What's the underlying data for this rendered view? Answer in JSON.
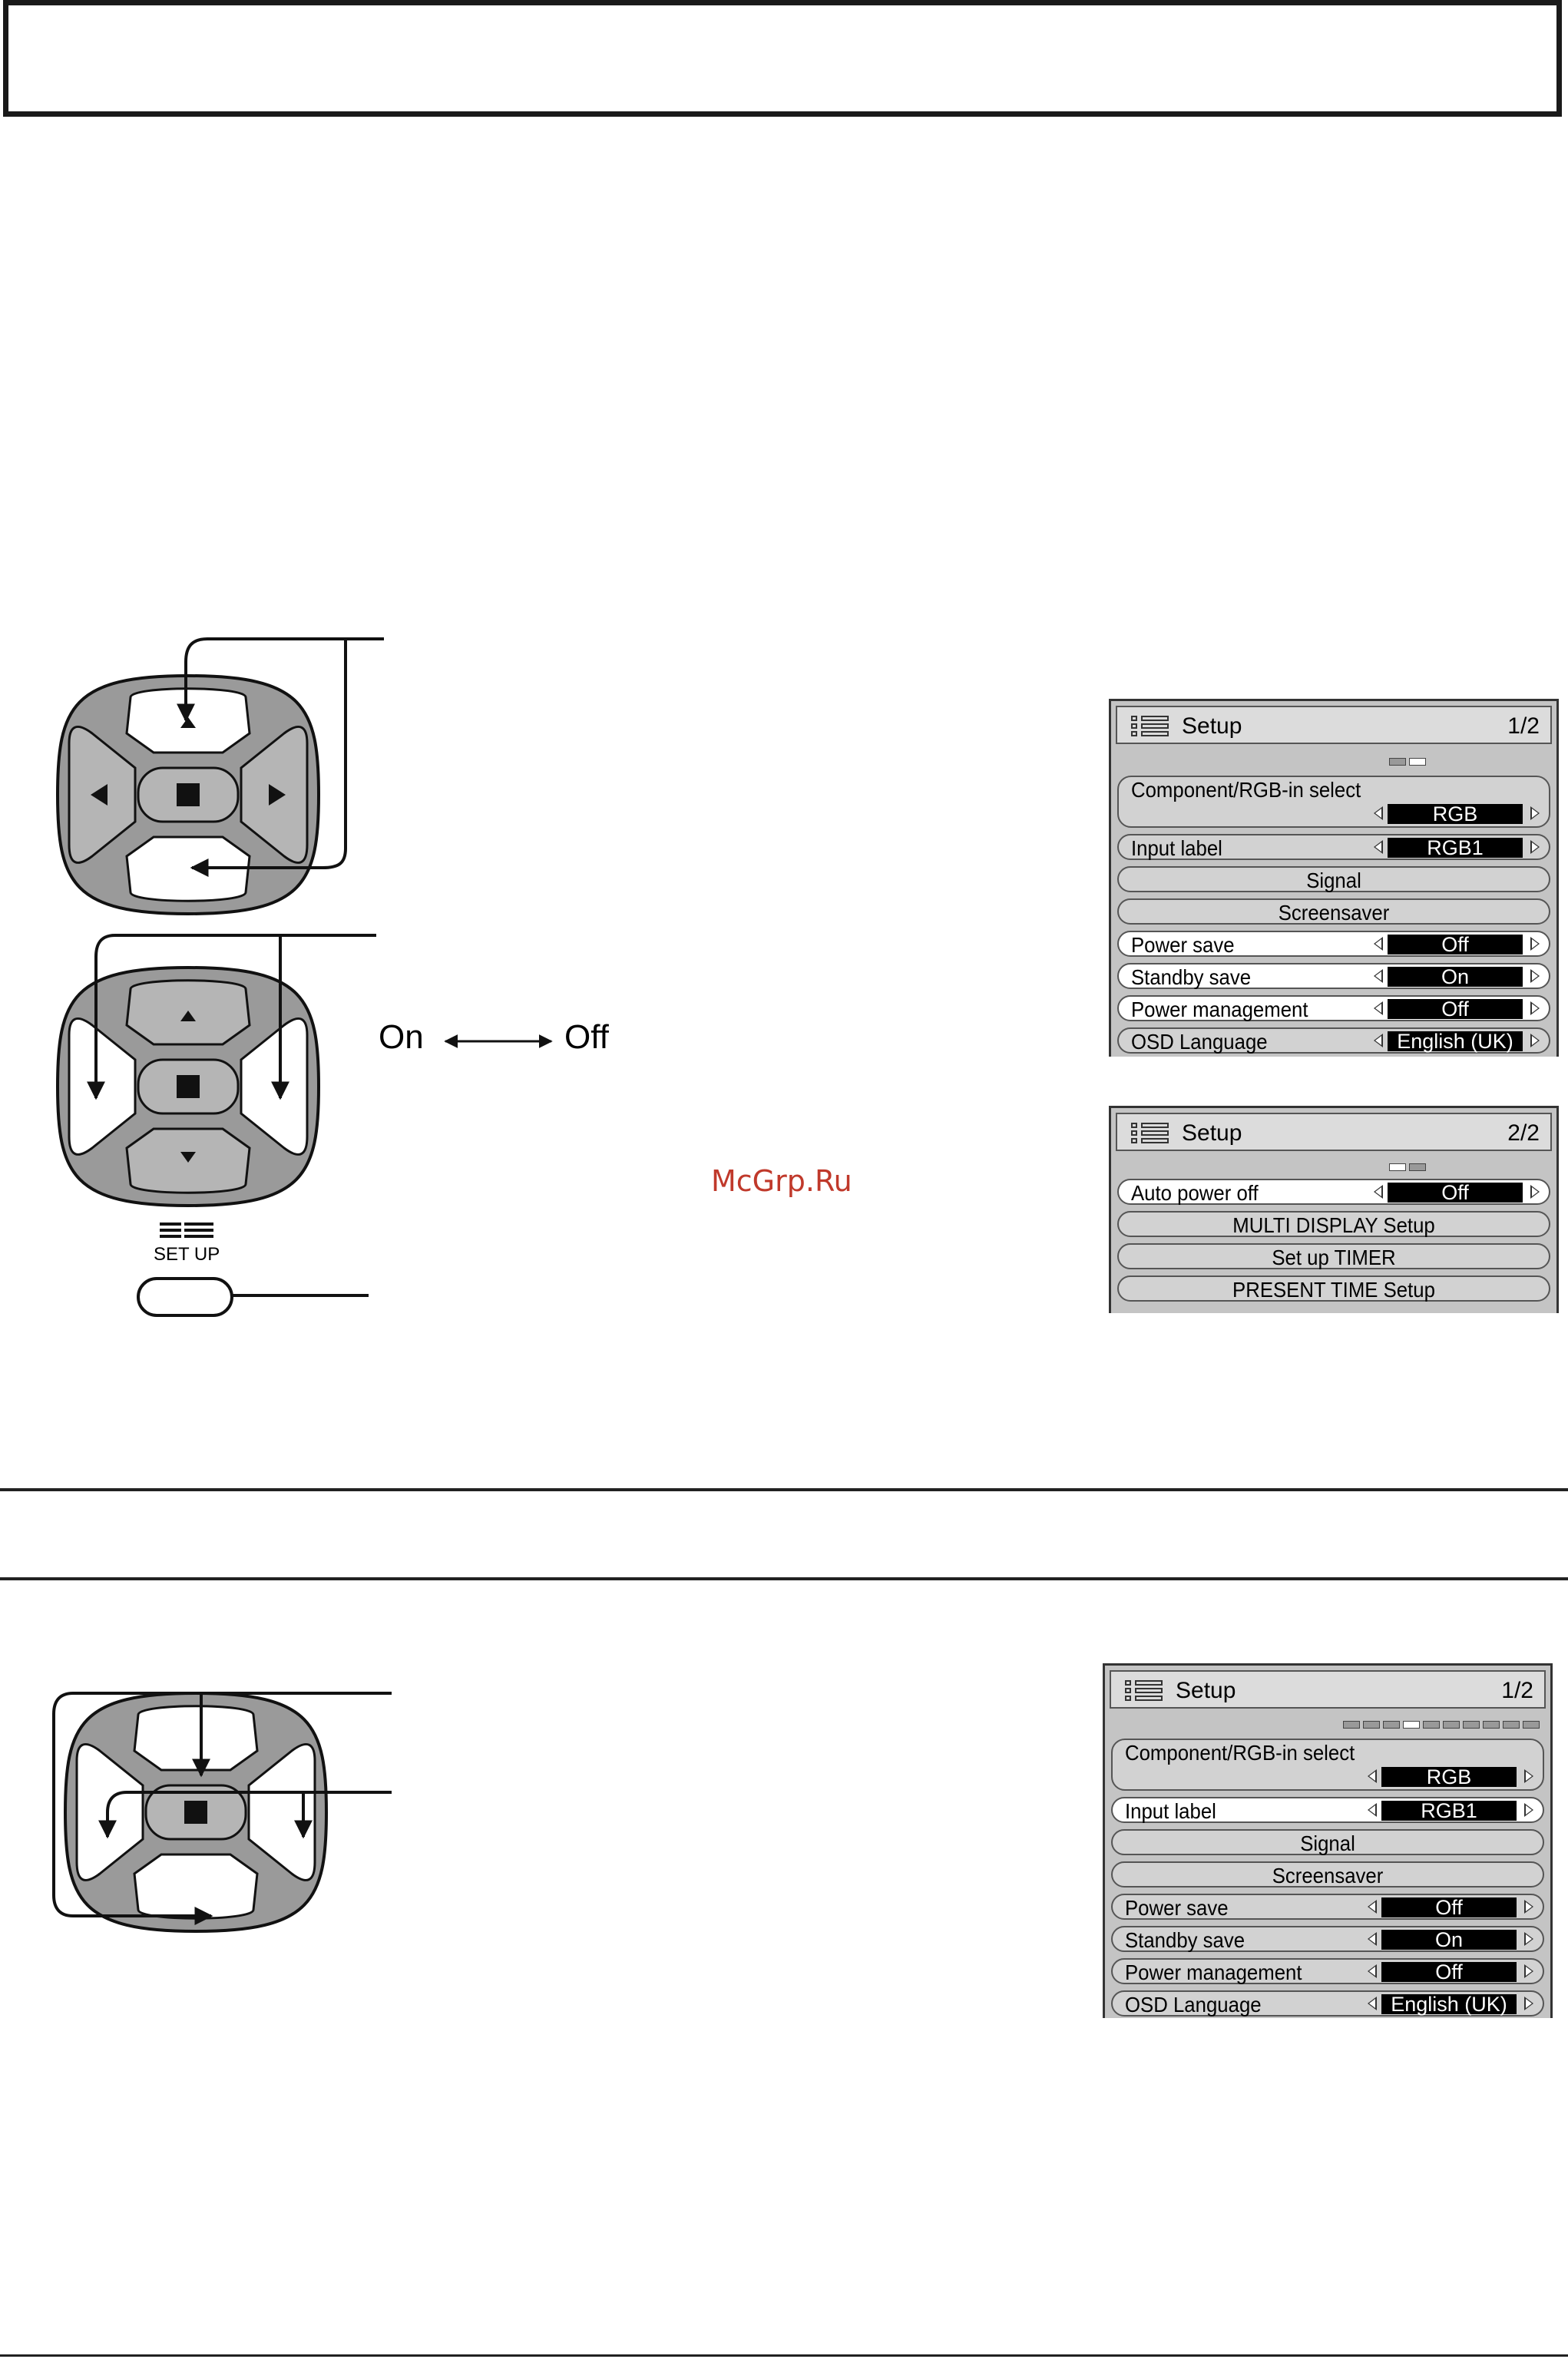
{
  "diagram": {
    "on_label": "On",
    "off_label": "Off",
    "setup_button_label": "SET UP",
    "watermark": "McGrp.Ru"
  },
  "menus": [
    {
      "title": "Setup",
      "page": "1/2",
      "indicator": [
        "off",
        "on"
      ],
      "rows": [
        {
          "label": "Component/RGB-in  select",
          "value": "RGB",
          "type": "tall",
          "highlight": false
        },
        {
          "label": "Input label",
          "value": "RGB1",
          "type": "value",
          "highlight": false
        },
        {
          "label": "Signal",
          "type": "center",
          "highlight": false
        },
        {
          "label": "Screensaver",
          "type": "center",
          "highlight": false
        },
        {
          "label": "Power save",
          "value": "Off",
          "type": "value",
          "highlight": true
        },
        {
          "label": "Standby save",
          "value": "On",
          "type": "value",
          "highlight": true
        },
        {
          "label": "Power management",
          "value": "Off",
          "type": "value",
          "highlight": true
        },
        {
          "label": "OSD  Language",
          "value": "English (UK)",
          "type": "value",
          "highlight": false
        }
      ]
    },
    {
      "title": "Setup",
      "page": "2/2",
      "indicator": [
        "on",
        "off"
      ],
      "rows": [
        {
          "label": "Auto power off",
          "value": "Off",
          "type": "value",
          "highlight": true
        },
        {
          "label": "MULTI DISPLAY Setup",
          "type": "center",
          "highlight": false
        },
        {
          "label": "Set up TIMER",
          "type": "center",
          "highlight": false
        },
        {
          "label": "PRESENT  TIME  Setup",
          "type": "center",
          "highlight": false
        }
      ]
    },
    {
      "title": "Setup",
      "page": "1/2",
      "indicator": [
        "off",
        "off",
        "off",
        "on",
        "off",
        "off",
        "off",
        "off",
        "off",
        "off"
      ],
      "rows": [
        {
          "label": "Component/RGB-in  select",
          "value": "RGB",
          "type": "tall",
          "highlight": false
        },
        {
          "label": "Input label",
          "value": "RGB1",
          "type": "value",
          "highlight": true
        },
        {
          "label": "Signal",
          "type": "center",
          "highlight": false
        },
        {
          "label": "Screensaver",
          "type": "center",
          "highlight": false
        },
        {
          "label": "Power save",
          "value": "Off",
          "type": "value",
          "highlight": false
        },
        {
          "label": "Standby save",
          "value": "On",
          "type": "value",
          "highlight": false
        },
        {
          "label": "Power management",
          "value": "Off",
          "type": "value",
          "highlight": false
        },
        {
          "label": "OSD  Language",
          "value": "English (UK)",
          "type": "value",
          "highlight": false
        }
      ]
    }
  ]
}
